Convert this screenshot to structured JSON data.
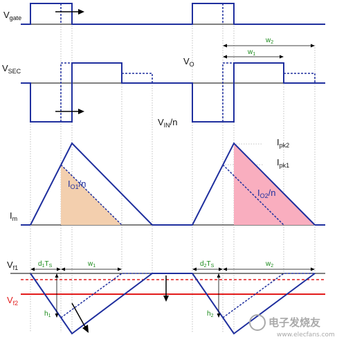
{
  "labels": {
    "vgate_main": "V",
    "vgate_sub": "gate",
    "vsec_main": "V",
    "vsec_sub": "SEC",
    "vo_main": "V",
    "vo_sub": "O",
    "vin_main": "V",
    "vin_sub": "IN",
    "vin_suffix": "/n",
    "im_main": "I",
    "im_sub": "m",
    "io1_main": "I",
    "io1_sub": "O1",
    "io1_suffix": "/n",
    "io2_main": "I",
    "io2_sub": "O2",
    "io2_suffix": "/n",
    "ipk2_main": "I",
    "ipk2_sub": "pk2",
    "ipk1_main": "I",
    "ipk1_sub": "pk1",
    "vf1_main": "V",
    "vf1_sub": "f1",
    "vf2_main": "V",
    "vf2_sub": "f2",
    "w1": "w",
    "w1_sub": "1",
    "w2": "w",
    "w2_sub": "2",
    "w1_bottom": "w",
    "w1_bottom_sub": "1",
    "w2_bottom": "w",
    "w2_bottom_sub": "2",
    "d1ts_a": "d",
    "d1ts_b": "1",
    "d1ts_c": "T",
    "d1ts_d": "S",
    "d2ts_a": "d",
    "d2ts_b": "2",
    "d2ts_c": "T",
    "d2ts_d": "S",
    "h1_main": "h",
    "h1_sub": "1",
    "h2_main": "h",
    "h2_sub": "2"
  },
  "watermark": {
    "logo_text": "电子发烧友",
    "url_text": "www.elecfans.com"
  },
  "colors": {
    "waveform": "#1f2f9e",
    "guide": "#b0b0b0",
    "axis": "#000000",
    "fill_io1": "#f3cfae",
    "fill_io2": "#f9aebf",
    "red_line": "#e21b1b",
    "green_text": "#1a8a1a",
    "watermark": "#a9a9a9"
  }
}
